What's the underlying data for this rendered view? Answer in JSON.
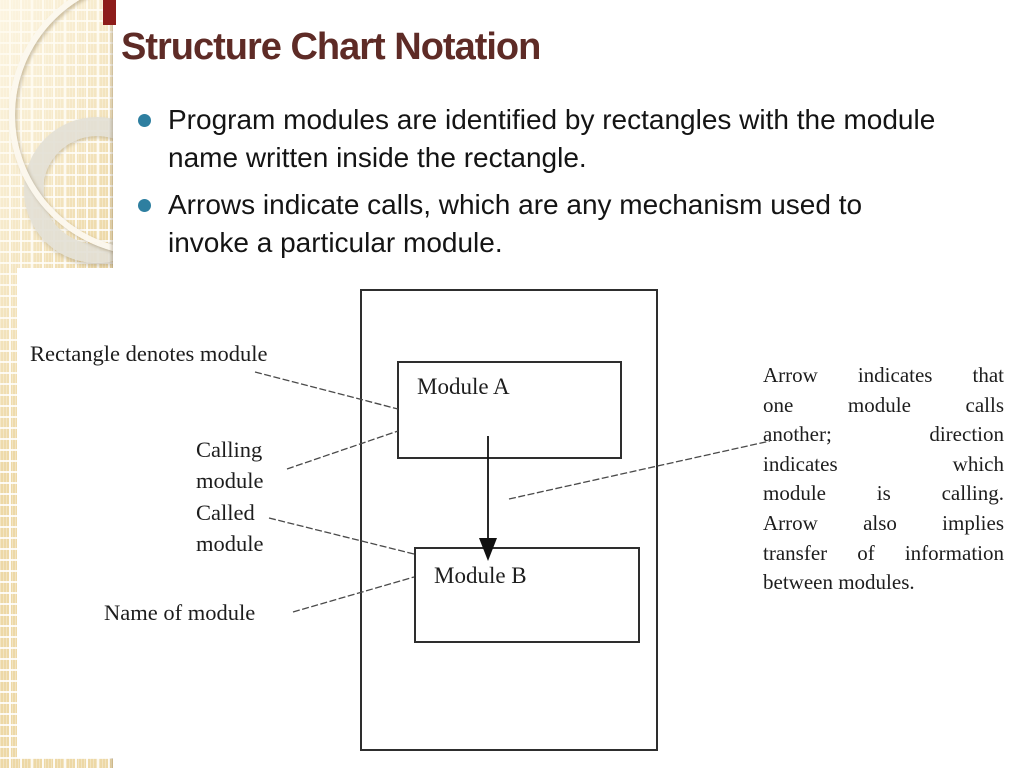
{
  "slide": {
    "title": "Structure Chart Notation",
    "bullets": [
      "Program modules are identified by rectangles with the module name written inside the rectangle.",
      "Arrows indicate calls, which are any mechanism used to invoke a particular module."
    ]
  },
  "diagram": {
    "module_a_label": "Module A",
    "module_b_label": "Module B",
    "labels": {
      "rectangle_denotes": "Rectangle denotes module",
      "calling_module": "Calling\nmodule",
      "called_module": "Called\nmodule",
      "name_of_module": "Name of module"
    },
    "right_note_lines": [
      "Arrow indicates that",
      "one module calls",
      "another; direction",
      "indicates which",
      "module is calling.",
      "Arrow also implies",
      "transfer of information",
      "between modules."
    ]
  },
  "colors": {
    "title_text": "#5E2B26",
    "accent_bar": "#8D1D1A",
    "bullet_dot": "#2E7FA0",
    "sidebar_tan": "#EDD8A6",
    "diagram_ink": "#1D1D1D"
  }
}
